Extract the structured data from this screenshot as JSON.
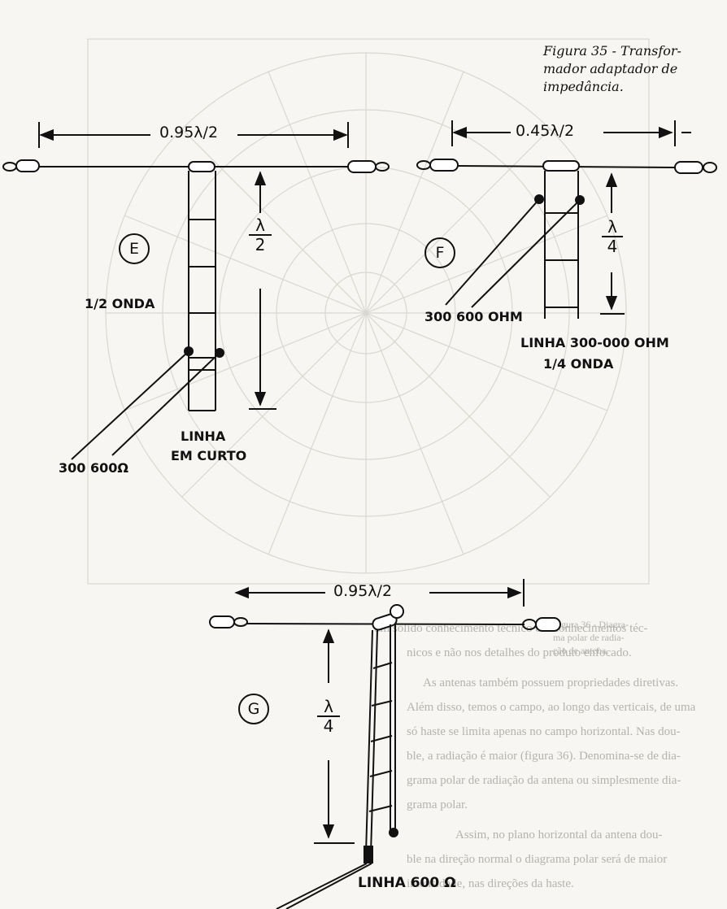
{
  "caption": [
    "Figura 35 - Transfor-",
    "mador adaptador de",
    "impedância."
  ],
  "panel_e": {
    "tag": "E",
    "dimension": "0.95λ/2",
    "height_num": "λ",
    "height_den": "2",
    "wave_label": "1/2 ONDA",
    "line_label_1": "LINHA",
    "line_label_2": "EM CURTO",
    "impedance": "300 600Ω"
  },
  "panel_f": {
    "tag": "F",
    "dimension": "0.45λ/2",
    "height_num": "λ",
    "height_den": "4",
    "impedance": "300 600 OHM",
    "line_label_1": "LINHA 300-000 OHM",
    "line_label_2": "1/4 ONDA"
  },
  "panel_g": {
    "tag": "G",
    "dimension": "0.95λ/2",
    "height_num": "λ",
    "height_den": "4",
    "line_label": "LINHA 600 Ω"
  },
  "background_text": [
    "um sólido conhecimento técnico em conhecimentos téc-",
    "nicos e não nos detalhes do produto enfocado.",
    "As antenas também possuem propriedades diretivas.",
    "Além disso, temos o campo, ao longo das verticais, de uma",
    "só haste se limita apenas no campo horizontal. Nas dou-",
    "ble, a radiação é maior (figura 36). Denomina-se de dia-",
    "grama polar de radiação da antena ou simplesmente dia-",
    "grama polar.",
    "Assim, no plano horizontal da antena dou-",
    "ble na direção normal o diagrama polar será de maior",
    "intensidade, nas direções da haste."
  ],
  "background_side": [
    "Figura 36 - Diagra-",
    "ma polar de radia-",
    "ção de antena."
  ]
}
